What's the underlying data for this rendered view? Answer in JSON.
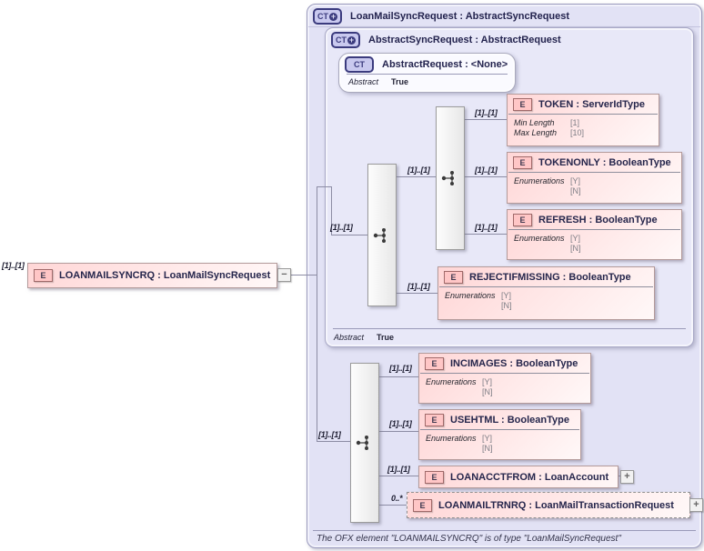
{
  "icons": {
    "plus": "+",
    "minus": "−"
  },
  "root": {
    "cardinality": "[1]..[1]",
    "badge": "E",
    "label": "LOANMAILSYNCRQ : LoanMailSyncRequest"
  },
  "container": {
    "badge": "CT",
    "title": "LoanMailSyncRequest : AbstractSyncRequest",
    "footnote": "The OFX element \"LOANMAILSYNCRQ\" is of type \"LoanMailSyncRequest\""
  },
  "sync": {
    "badge": "CT",
    "title": "AbstractSyncRequest : AbstractRequest",
    "abstract_label": "Abstract",
    "abstract_value": "True"
  },
  "request": {
    "badge": "CT",
    "title": "AbstractRequest : <None>",
    "abstract_label": "Abstract",
    "abstract_value": "True"
  },
  "sequence_cardinalities": {
    "upper": "[1]..[1]",
    "inner": "[1]..[1]",
    "lower": "[1]..[1]"
  },
  "elements": {
    "token": {
      "badge": "E",
      "label": "TOKEN : ServerIdType",
      "cardinality": "[1]..[1]",
      "facets": [
        {
          "label": "Min Length",
          "values": [
            "[1]"
          ]
        },
        {
          "label": "Max Length",
          "values": [
            "[10]"
          ]
        }
      ]
    },
    "tokenonly": {
      "badge": "E",
      "label": "TOKENONLY : BooleanType",
      "cardinality": "[1]..[1]",
      "facets": [
        {
          "label": "Enumerations",
          "values": [
            "[Y]",
            "[N]"
          ]
        }
      ]
    },
    "refresh": {
      "badge": "E",
      "label": "REFRESH : BooleanType",
      "cardinality": "[1]..[1]",
      "facets": [
        {
          "label": "Enumerations",
          "values": [
            "[Y]",
            "[N]"
          ]
        }
      ]
    },
    "rejectifmissing": {
      "badge": "E",
      "label": "REJECTIFMISSING : BooleanType",
      "cardinality": "[1]..[1]",
      "facets": [
        {
          "label": "Enumerations",
          "values": [
            "[Y]",
            "[N]"
          ]
        }
      ]
    },
    "incimages": {
      "badge": "E",
      "label": "INCIMAGES : BooleanType",
      "cardinality": "[1]..[1]",
      "facets": [
        {
          "label": "Enumerations",
          "values": [
            "[Y]",
            "[N]"
          ]
        }
      ]
    },
    "usehtml": {
      "badge": "E",
      "label": "USEHTML : BooleanType",
      "cardinality": "[1]..[1]",
      "facets": [
        {
          "label": "Enumerations",
          "values": [
            "[Y]",
            "[N]"
          ]
        }
      ]
    },
    "loanacctfrom": {
      "badge": "E",
      "label": "LOANACCTFROM : LoanAccount",
      "cardinality": "[1]..[1]"
    },
    "loanmailtrnrq": {
      "badge": "E",
      "label": "LOANMAILTRNRQ : LoanMailTransactionRequest",
      "cardinality": "0..*"
    }
  },
  "colors": {
    "complex_type_fill": "#e2e2f5",
    "element_fill": "#ffd6d6",
    "badge_ct": "#3b3b7e",
    "connector": "#8c8ca4"
  }
}
